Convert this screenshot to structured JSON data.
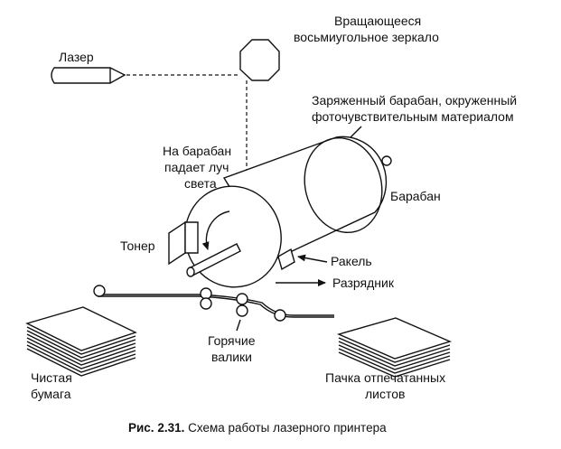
{
  "labels": {
    "laser": "Лазер",
    "mirror_line1": "Вращающееся",
    "mirror_line2": "восьмиугольное зеркало",
    "charged_line1": "Заряженный барабан, окруженный",
    "charged_line2": "фоточувствительным материалом",
    "beam_line1": "На барабан",
    "beam_line2": "падает луч",
    "beam_line3": "света",
    "drum": "Барабан",
    "toner": "Тонер",
    "blade": "Ракель",
    "discharger": "Разрядник",
    "hot_line1": "Горячие",
    "hot_line2": "валики",
    "clean_line1": "Чистая",
    "clean_line2": "бумага",
    "printed_line1": "Пачка отпечатанных",
    "printed_line2": "листов"
  },
  "caption": {
    "number": "Рис. 2.31.",
    "text": " Схема работы лазерного принтера"
  }
}
